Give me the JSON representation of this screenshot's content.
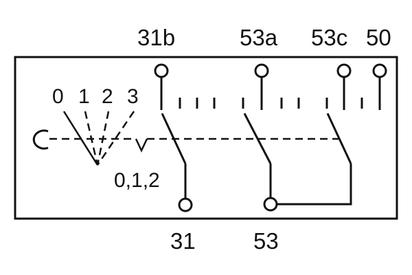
{
  "terminals_top": {
    "t31b": "31b",
    "t53a": "53a",
    "t53c": "53c",
    "t50": "50"
  },
  "terminals_bottom": {
    "t31": "31",
    "t53": "53"
  },
  "positions": {
    "p0": "0",
    "p1": "1",
    "p2": "2",
    "p3": "3",
    "detent": "0,1,2"
  }
}
